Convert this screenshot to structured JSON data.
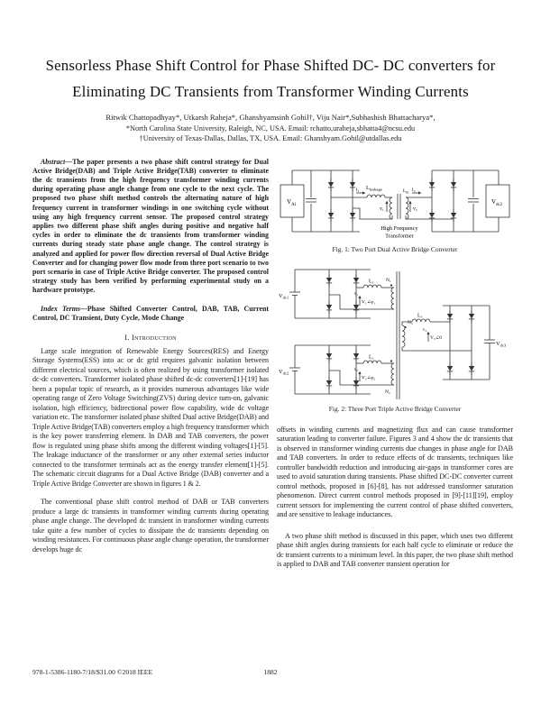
{
  "doc": {
    "title_line1": "Sensorless Phase Shift Control for Phase Shifted DC- DC converters for",
    "title_line2": "Eliminating DC Transients from Transformer Winding Currents",
    "authors": "Ritwik Chattopadhyay*, Utkarsh Raheja*, Ghanshyamsinh Gohil†, Viju Nair*,Subhashish Bhattacharya*,",
    "affil1": "*North Carolina State University, Raleigh, NC, USA. Email: rchatto,uraheja,sbhatta4@ncsu.edu",
    "affil2": "†University of Texas-Dallas, Dallas, TX, USA. Email: Ghanshyam.Gohil@utdallas.edu"
  },
  "abstract": {
    "label": "Abstract",
    "text": "—The paper presents a two phase shift control strategy for Dual Active Bridge(DAB) and Triple Active Bridge(TAB) converter to eliminate the dc transients from the high frequency transformer winding currents during operating phase angle change from one cycle to the next cycle. The proposed two phase shift method controls the alternating nature of high frequency current in transformer windings in one switching cycle without using any high frequency current sensor. The proposed control strategy applies two different phase shift angles during positive and negative half cycles in order to eliminate the dc transients from transformer winding currents during steady state phase angle change. The control strategy is analyzed and applied for power flow direction reversal of Dual Active Bridge Converter and for changing power flow mode from three port scenario to two port scenario in case of Triple Active Bridge converter. The proposed control strategy study has been verified by performing experimental study on a hardware prototype."
  },
  "index_terms": {
    "label": "Index Terms",
    "text": "—Phase Shifted Converter Control, DAB, TAB, Current Control, DC Transient, Duty Cycle, Mode Change"
  },
  "intro": {
    "heading": "I. Introduction",
    "para1": "Large scale integration of Renewable Energy Sources(RES) and Energy Storage Systems(ESS) into ac or dc grid requires galvanic isolation between different electrical sources, which is often realized by using transformer isolated dc-dc converters. Transformer isolated phase shifted dc-dc converters[1]-[19] has been a popular topic of research, as it provides numerous advantages like wide operating range of Zero Voltage Switching(ZVS) during device turn-on, galvanic isolation, high efficiency, bidirectional power flow capability, wide dc voltage variation etc. The transformer isolated phase shifted Dual active Bridge(DAB) and Triple Active Bridge(TAB) converters employ a high frequency transformer which is the key power transferring element. In DAB and TAB converters, the power flow is regulated using phase shifts among the different winding voltages[1]-[5]. The leakage inductance of the transformer or any other external series inductor connected to the transformer terminals act as the energy transfer element[1]-[5]. The schematic circuit diagrams for a Dual Active Bridge (DAB) converter and a Triple Active Bridge Converter are shown in figures 1 & 2.",
    "para2": "The conventional phase shift control method of DAB or TAB converters produce a large dc transients in transformer winding currents during operating phase angle change. The developed dc transient in transformer winding currents take quite a few number of cycles to dissipate the dc transients depending on winding resistances. For continuous phase angle change operation, the transformer develops huge dc"
  },
  "right_col": {
    "para1": "offsets in winding currents and magnetizing flux and can cause transformer saturation leading to converter failure. Figures 3 and 4 show the dc transients that is observed in transformer winding currents due changes in phase angle for DAB and TAB converters. In order to reduce effects of dc transients, techniques like controller bandwidth reduction and introducing air-gaps in transformer cores are used to avoid saturation during transients. Phase shifted DC-DC converter current control methods, proposed in [6]-[8], has not addressed transformer saturation phenomenon. Direct current control methods proposed in [9]-[11][19], employ current sensors for implementing the current control of phase shifted converters, and are sensitive to leakage inductances.",
    "para2": "A two phase shift method is discussed in this paper, which uses two different phase shift angles during transients for each half cycle to eliminate or reduce the dc transient currents to a minimum level. In this paper, the two phase shift method is applied to DAB and TAB converter transient operation for"
  },
  "fig1": {
    "caption": "Fig. 1: Two Port Dual Active Bridge Converter",
    "labels": {
      "src_b": "V",
      "src_s": "A1",
      "leak_b": "L",
      "leak_s": "leakage",
      "lm_b": "L",
      "lm_s": "m",
      "i1": "i₁",
      "v1": "v₁",
      "i2": "i₂",
      "v2": "v₂",
      "hf1": "High Frequency",
      "hf2": "Transformer",
      "load_b": "V",
      "load_s": "dc2"
    }
  },
  "fig2": {
    "caption": "Fig. 2: Three Port Triple Active Bridge Converter",
    "labels": {
      "vdc1_b": "V",
      "vdc1_s": "dc1",
      "vdc2_b": "V",
      "vdc2_s": "dc2",
      "vdc3_b": "V",
      "vdc3_s": "dc3",
      "l1": "L₁",
      "l2": "L₂",
      "l3": "L₃",
      "n1": "N₁",
      "n2": "N₂",
      "n3": "N₃",
      "ph1": "V₁∠φ₁",
      "ph2": "V₂∠φ₂",
      "ph3": "V₃∠0",
      "v1": "v₁",
      "v2": "v₂",
      "v3": "v₃"
    }
  },
  "footer": {
    "copyright": "978-1-5386-1180-7/18/$31.00 ©2018 IEEE",
    "page": "1882"
  }
}
